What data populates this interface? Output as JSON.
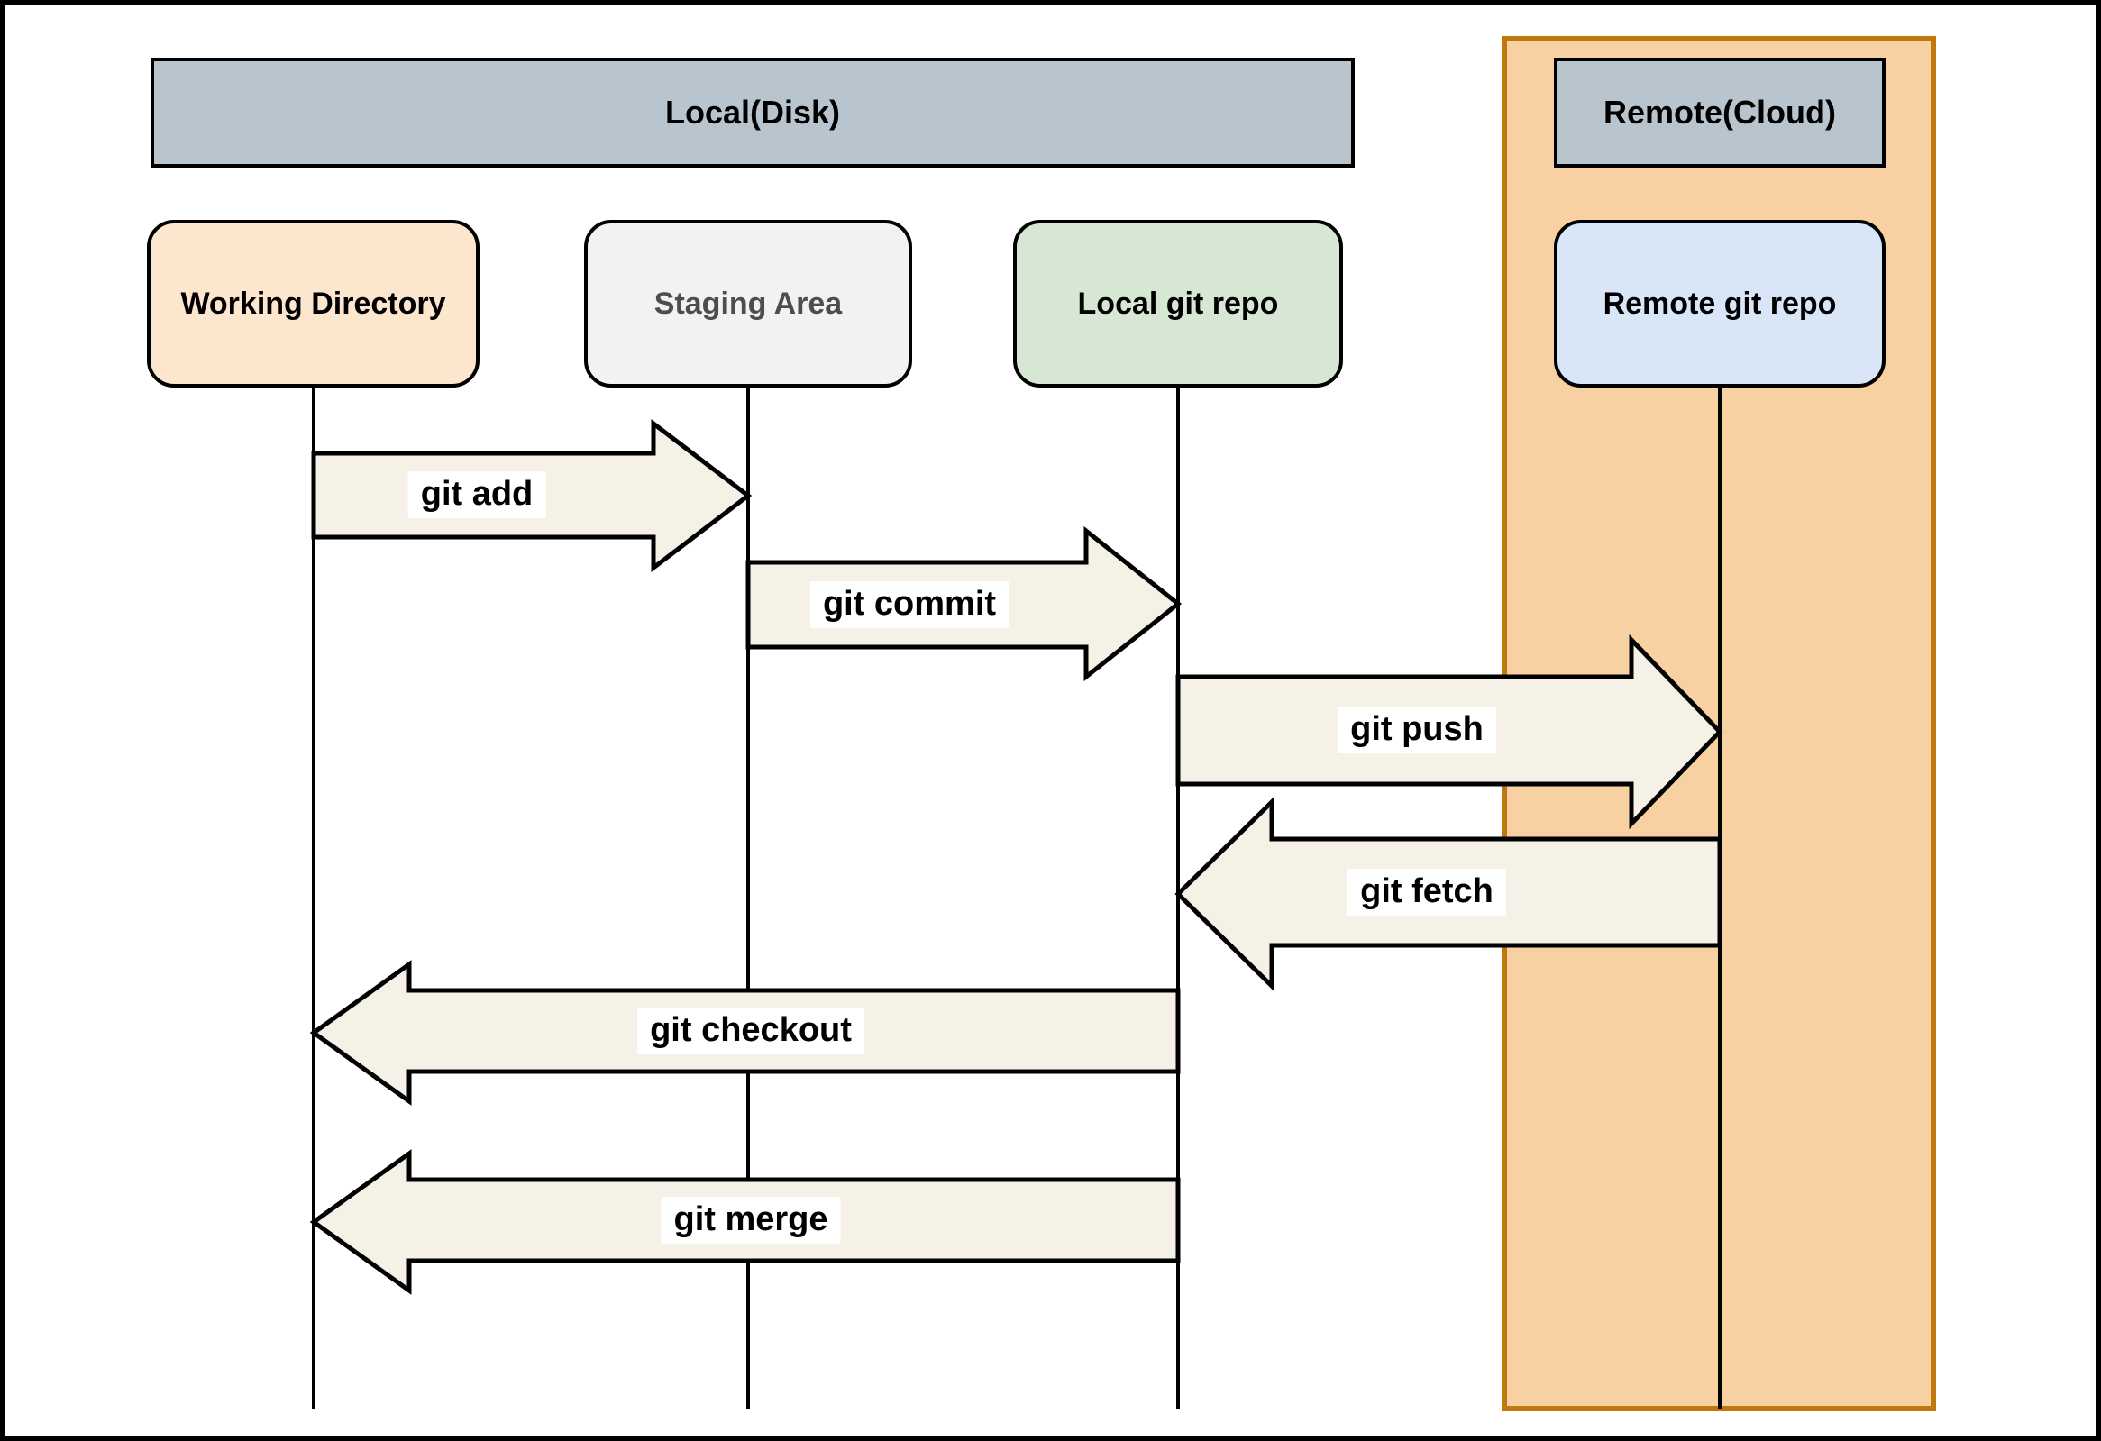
{
  "lanes": {
    "local": {
      "label": "Local(Disk)",
      "header_fill": "#b8c5cf"
    },
    "remote": {
      "label": "Remote(Cloud)",
      "header_fill": "#b8c5cf",
      "panel_fill": "#f8d1a3",
      "panel_border": "#c0770e"
    }
  },
  "nodes": [
    {
      "label": "Working Directory",
      "fill": "#fce6ce",
      "text_color": "#000000"
    },
    {
      "label": "Staging Area",
      "fill": "#f2f2f2",
      "text_color": "#4d4d4d"
    },
    {
      "label": "Local git repo",
      "fill": "#d6e8d3",
      "text_color": "#000000"
    },
    {
      "label": "Remote git repo",
      "fill": "#d9e6f8",
      "text_color": "#000000"
    }
  ],
  "arrows": [
    {
      "label": "git add",
      "from": "Working Directory",
      "to": "Staging Area",
      "direction": "right"
    },
    {
      "label": "git commit",
      "from": "Staging Area",
      "to": "Local git repo",
      "direction": "right"
    },
    {
      "label": "git push",
      "from": "Local git repo",
      "to": "Remote git repo",
      "direction": "right"
    },
    {
      "label": "git fetch",
      "from": "Remote git repo",
      "to": "Local git repo",
      "direction": "left"
    },
    {
      "label": "git checkout",
      "from": "Local git repo",
      "to": "Working Directory",
      "direction": "left"
    },
    {
      "label": "git merge",
      "from": "Local git repo",
      "to": "Working Directory",
      "direction": "left"
    }
  ],
  "colors": {
    "arrow_fill": "#f5f1e6",
    "arrow_border": "#000000",
    "label_background": "#ffffff",
    "lifeline": "#000000",
    "frame_border": "#000000",
    "background": "#ffffff"
  }
}
